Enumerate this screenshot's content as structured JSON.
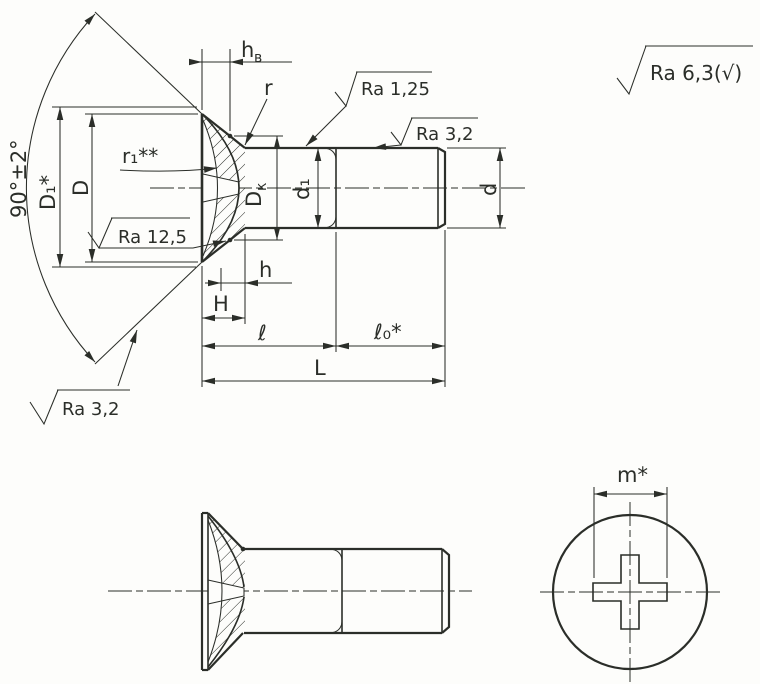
{
  "angle_label": "90°±2°",
  "general_roughness": "Ra 6,3(√)",
  "dim_labels": {
    "D1": "D₁*",
    "D": "D",
    "hv_base": "h",
    "hv_sub": "в",
    "r": "r",
    "r1": "r₁**",
    "Dk_base": "D",
    "Dk_sub": "к",
    "d1": "d₁",
    "d": "d",
    "h": "h",
    "H": "H",
    "l": "ℓ",
    "l0": "ℓ₀*",
    "L": "L",
    "m": "m*"
  },
  "roughness_labels": {
    "shank": "Ra 1,25",
    "thread": "Ra 3,2",
    "countersink_face": "Ra 12,5",
    "head_cone": "Ra 3,2"
  },
  "colors": {
    "ink": "#2b2e29",
    "paper": "#fdfdfb"
  }
}
